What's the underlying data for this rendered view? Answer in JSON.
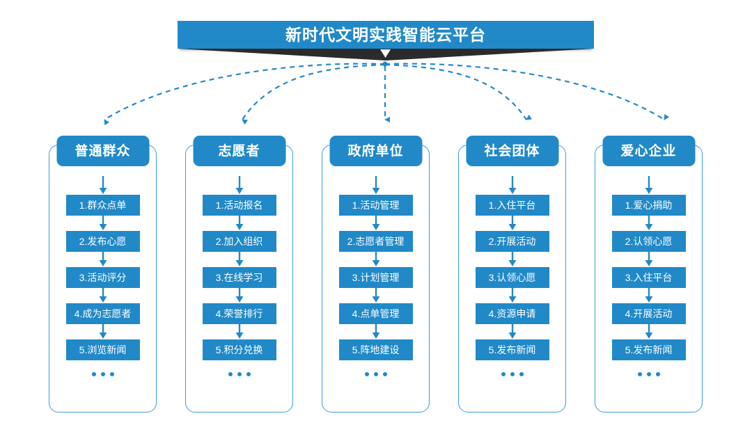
{
  "header": {
    "title": "新时代文明实践智能云平台",
    "accent_color": "#2189c7",
    "ribbon_color": "#2b2b2b",
    "outline_color": "#37a0d8"
  },
  "columns": [
    {
      "title": "普通群众",
      "items": [
        "1.群众点单",
        "2.发布心愿",
        "3.活动评分",
        "4.成为志愿者",
        "5.浏览新闻"
      ],
      "more": "..."
    },
    {
      "title": "志愿者",
      "items": [
        "1.活动报名",
        "2.加入组织",
        "3.在线学习",
        "4.荣誉排行",
        "5.积分兑换"
      ],
      "more": "..."
    },
    {
      "title": "政府单位",
      "items": [
        "1.活动管理",
        "2.志愿者管理",
        "3.计划管理",
        "4.点单管理",
        "5.阵地建设"
      ],
      "more": "..."
    },
    {
      "title": "社会团体",
      "items": [
        "1.入住平台",
        "2.开展活动",
        "3.认领心愿",
        "4.资源申请",
        "5.发布新闻"
      ],
      "more": "..."
    },
    {
      "title": "爱心企业",
      "items": [
        "1.爱心捐助",
        "2.认领心愿",
        "3.入住平台",
        "4.开展活动",
        "5.发布新闻"
      ],
      "more": "..."
    }
  ]
}
